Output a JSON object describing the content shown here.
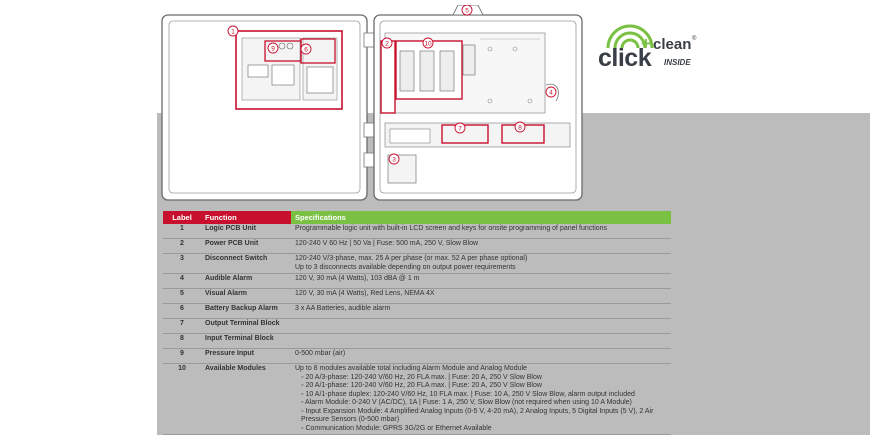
{
  "diagram": {
    "callouts": [
      "1",
      "2",
      "3",
      "4",
      "5",
      "6",
      "7",
      "8",
      "9",
      "10"
    ]
  },
  "logo": {
    "word1": "click",
    "plus": "+",
    "word2": "clean",
    "reg": "®",
    "tagline": "INSIDE"
  },
  "table": {
    "headers": [
      "Label",
      "Function",
      "Specifications"
    ],
    "rows": [
      {
        "label": "1",
        "function": "Logic PCB Unit",
        "specs": [
          "Programmable logic unit with built-in LCD screen and keys for onsite programming of panel functions"
        ]
      },
      {
        "label": "2",
        "function": "Power PCB Unit",
        "specs": [
          "120-240 V 60 Hz | 50 Va | Fuse: 500 mA, 250 V, Slow Blow"
        ]
      },
      {
        "label": "3",
        "function": "Disconnect Switch",
        "specs": [
          "120-240 V/3-phase, max. 25 A per phase (or max. 52 A per phase optional)",
          "Up to 3 disconnects available depending on output power requirements"
        ]
      },
      {
        "label": "4",
        "function": "Audible Alarm",
        "specs": [
          "120 V, 30 mA (4 Watts), 103 dBA @ 1 m"
        ]
      },
      {
        "label": "5",
        "function": "Visual Alarm",
        "specs": [
          "120 V, 30 mA (4 Watts), Red Lens, NEMA 4X"
        ]
      },
      {
        "label": "6",
        "function": "Battery Backup Alarm",
        "specs": [
          "3 x AA Batteries, audible alarm"
        ]
      },
      {
        "label": "7",
        "function": "Output Terminal Block",
        "specs": [
          ""
        ]
      },
      {
        "label": "8",
        "function": "Input Terminal Block",
        "specs": [
          ""
        ]
      },
      {
        "label": "9",
        "function": "Pressure Input",
        "specs": [
          "0-500 mbar (air)"
        ]
      },
      {
        "label": "10",
        "function": "Available Modules",
        "specs": [
          "Up to 8 modules available total including Alarm Module and Analog Module"
        ],
        "subs": [
          "20 A/3-phase: 120-240 V/60 Hz, 20 FLA max. | Fuse: 20 A, 250 V Slow Blow",
          "20 A/1-phase: 120-240 V/60 Hz, 20 FLA max. | Fuse: 20 A, 250 V Slow Blow",
          "10 A/1-phase duplex: 120-240 V/60 Hz, 10 FLA max. | Fuse: 10 A, 250 V Slow Blow, alarm output included",
          "Alarm Module: 0-240 V (AC/DC), 1A | Fuse: 1 A, 250 V, Slow Blow (not required when using 10 A Module)",
          "Input Expansion Module: 4 Amplified Analog Inputs (0-5 V, 4-20 mA), 2 Analog Inputs, 5 Digital Inputs (5 V), 2 Air Pressure Sensors (0-500 mbar)",
          "Communication Module: GPRS 3G/2G or Ethernet Available"
        ]
      }
    ]
  }
}
